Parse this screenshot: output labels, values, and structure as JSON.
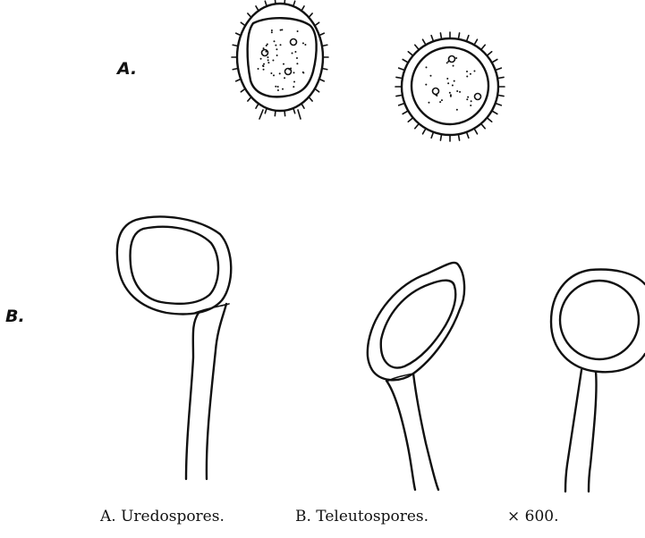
{
  "labels": {
    "panel_a": "A.",
    "panel_b": "B."
  },
  "caption": {
    "part_a": "A. Uredospores.",
    "part_b": "B. Teleutospores.",
    "magnification": "× 600."
  }
}
